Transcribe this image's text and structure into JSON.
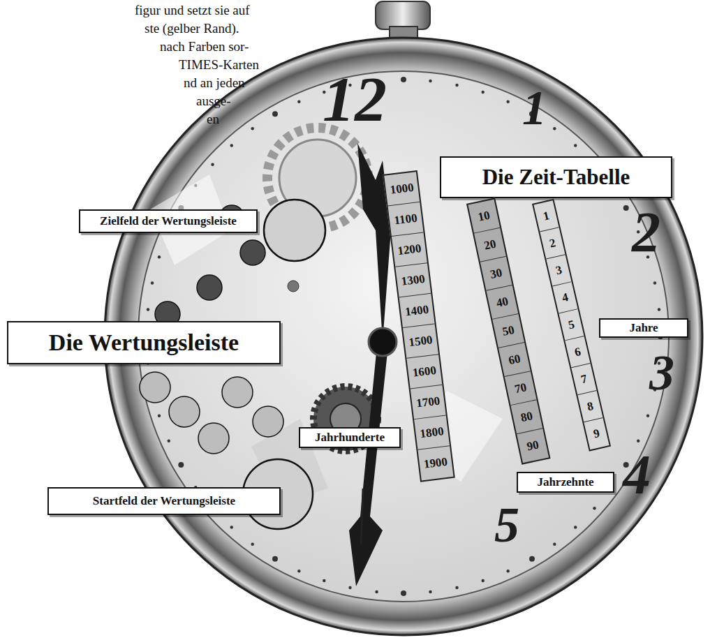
{
  "diagram": {
    "nodes": [
      {
        "text": [
          "Die Zeit-Tabelle"
        ]
      },
      {
        "text": [
          "Zielfeld der Wertungsleiste"
        ]
      },
      {
        "text": [
          "Die Wertungsleiste"
        ]
      },
      {
        "text": [
          "Jahre"
        ]
      },
      {
        "text": [
          "Jahrzehnte"
        ]
      },
      {
        "text": [
          "Jahrhunderte"
        ]
      },
      {
        "text": [
          "Startfeld der Wertungsleiste"
        ]
      }
    ],
    "labels": [
      "figur und setzt sie auf",
      "ste (gelber Rand).",
      "nach Farben sor-",
      "TIMES-Karten",
      "nd an jeden",
      "ausge-",
      "en",
      "12",
      "1",
      "2",
      "3",
      "4",
      "5",
      "1000",
      "1100",
      "1200",
      "1300",
      "1400",
      "1500",
      "1600",
      "1700",
      "1800",
      "1900",
      "10",
      "20",
      "30",
      "40",
      "50",
      "60",
      "70",
      "80",
      "90",
      "1",
      "2",
      "3",
      "4",
      "5",
      "6",
      "7",
      "8",
      "9"
    ]
  }
}
